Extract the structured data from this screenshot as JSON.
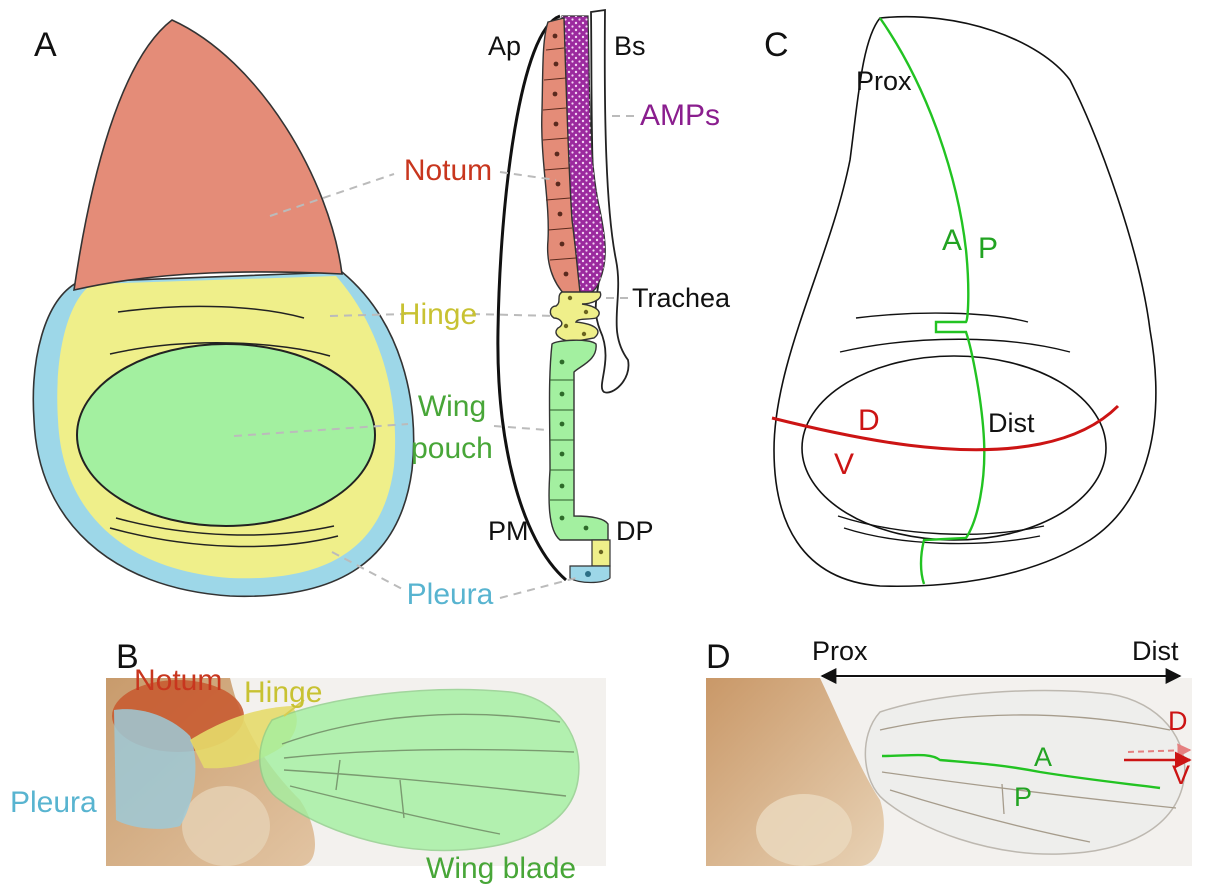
{
  "colors": {
    "notum": "#E48C78",
    "hinge": "#EFEF8A",
    "pouch": "#A3F0A0",
    "pleura": "#9DD7E8",
    "amps": "#9B2A9E",
    "ap_axis": "#22C322",
    "dv_axis": "#CC1414",
    "label_notum": "#C8361E",
    "label_hinge": "#C8C232",
    "label_pouch": "#48A638",
    "label_pleura": "#58B4D0",
    "label_amps": "#8A1E8E"
  },
  "panels": {
    "A": {
      "letter": "A",
      "labels": {
        "notum": "Notum",
        "hinge": "Hinge",
        "wing_line1": "Wing",
        "wing_line2": "pouch",
        "pleura": "Pleura",
        "ap": "Ap",
        "bs": "Bs",
        "amps": "AMPs",
        "trachea": "Trachea",
        "pm": "PM",
        "dp": "DP"
      }
    },
    "B": {
      "letter": "B",
      "labels": {
        "notum": "Notum",
        "hinge": "Hinge",
        "pleura": "Pleura",
        "wing_blade": "Wing blade"
      }
    },
    "C": {
      "letter": "C",
      "labels": {
        "prox": "Prox",
        "a": "A",
        "p": "P",
        "d": "D",
        "v": "V",
        "dist": "Dist"
      }
    },
    "D": {
      "letter": "D",
      "labels": {
        "prox": "Prox",
        "dist": "Dist",
        "d": "D",
        "v": "V",
        "a": "A",
        "p": "P"
      }
    }
  }
}
